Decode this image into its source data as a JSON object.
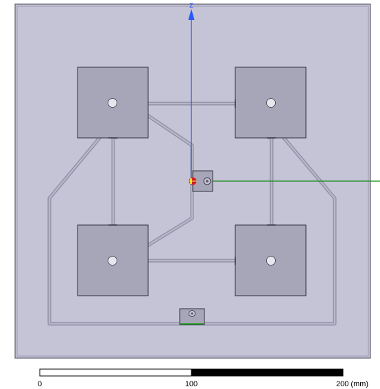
{
  "viewport": {
    "axis_label_z": "z",
    "colors": {
      "background": "#ffffff",
      "board": "#c5c3d6",
      "board_border": "#5f5f6e",
      "patch": "#a7a6b8",
      "patch_border": "#2f2f3a",
      "trace": "#a3a2b6",
      "trace_edge": "#8c8ba0",
      "axis_z": "#2a59ff",
      "axis_y": "#118b11",
      "port": "#d21d1d"
    },
    "icons": {
      "patch_via": "via-hole-icon",
      "feed_connector": "coax-connector-icon",
      "excitation_port": "excitation-port-icon",
      "bottom_connector": "edge-connector-icon"
    }
  },
  "scale_bar": {
    "labels": [
      "0",
      "100",
      "200 (mm)"
    ]
  }
}
